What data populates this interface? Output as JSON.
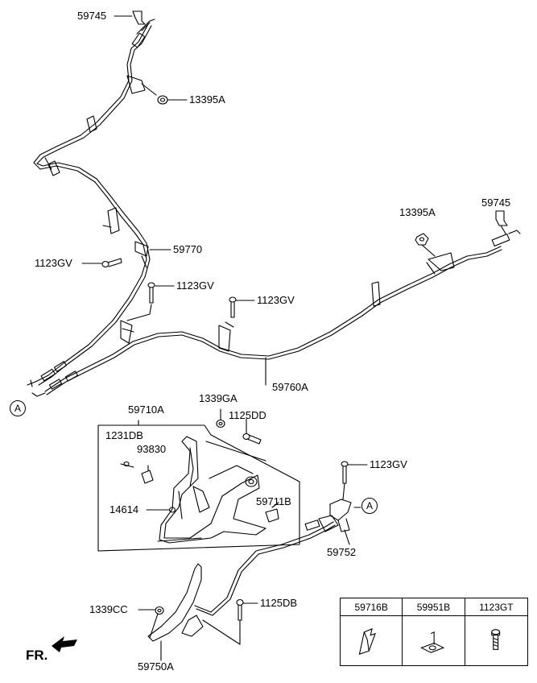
{
  "labels": {
    "p59745_top": "59745",
    "p13395a_top": "13395A",
    "p59770": "59770",
    "p1123gv_left": "1123GV",
    "p1123gv_mid": "1123GV",
    "p1123gv_center": "1123GV",
    "p13395a_right": "13395A",
    "p59745_right": "59745",
    "p59760a": "59760A",
    "marker_a_left": "A",
    "p59710a": "59710A",
    "p1339ga": "1339GA",
    "p1125dd": "1125DD",
    "p1231db": "1231DB",
    "p93830": "93830",
    "p14614": "14614",
    "p59711b": "59711B",
    "p1123gv_lower": "1123GV",
    "marker_a_right": "A",
    "p59752": "59752",
    "p1339cc": "1339CC",
    "p1125db": "1125DB",
    "p59750a": "59750A",
    "fr": "FR."
  },
  "legend": {
    "headers": [
      "59716B",
      "59951B",
      "1123GT"
    ],
    "icons": [
      "clip-icon",
      "nut-plate-icon",
      "bolt-icon"
    ]
  },
  "colors": {
    "line": "#000000",
    "background": "#ffffff"
  }
}
